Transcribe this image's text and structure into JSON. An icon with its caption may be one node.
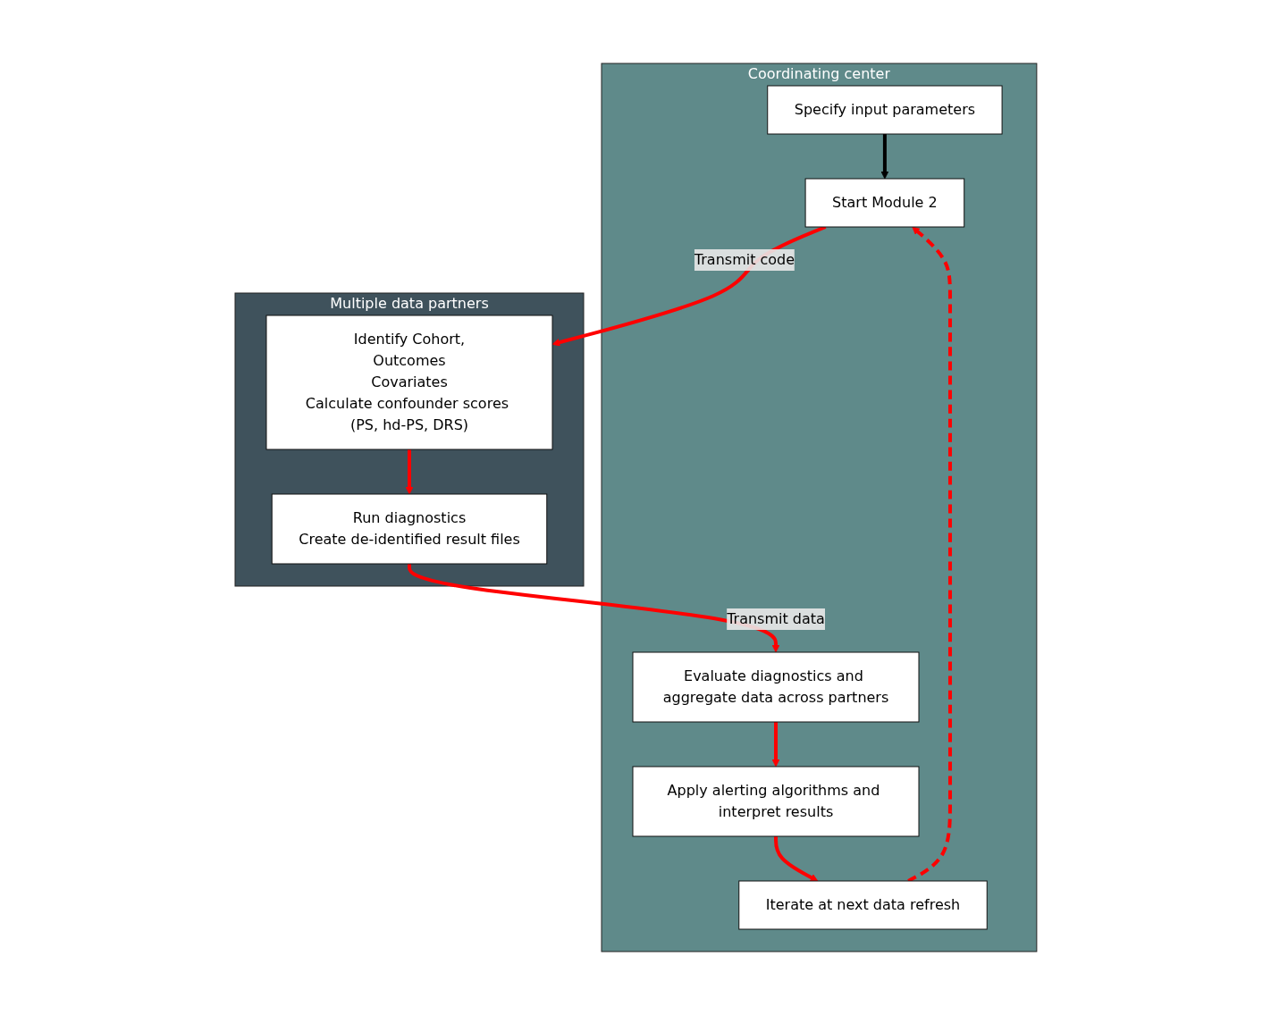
{
  "diagram": {
    "nodes": [
      {
        "text": [
          "Coordinating center"
        ]
      },
      {
        "text": [
          "Specify input parameters"
        ],
        "in": 0
      },
      {
        "text": [
          "Start Module 2"
        ],
        "in": 0
      },
      {
        "text": [
          "Evaluate diagnostics and aggregate data across partners"
        ],
        "in": 0
      },
      {
        "text": [
          "Apply alerting algorithms and interpret results"
        ],
        "in": 0
      },
      {
        "text": [
          "Iterate at next data refresh"
        ],
        "in": 0
      },
      {
        "text": [
          "Multiple data partners"
        ]
      },
      {
        "text": [
          "Identify Cohort,",
          "Outcomes",
          "Covariates",
          "Calculate confounder scores (PS, hd-PS, DRS)"
        ],
        "in": 6
      },
      {
        "text": [
          "Run diagnostics",
          "Create de-identified result files"
        ],
        "in": 6
      }
    ],
    "edges": [
      {
        "from": 1,
        "to": 2,
        "arrow": "to",
        "color": "#000000"
      },
      {
        "from": 2,
        "to": 7,
        "arrow": "to",
        "label": "Transmit code"
      },
      {
        "from": 7,
        "to": 8,
        "arrow": "to"
      },
      {
        "from": 8,
        "to": 3,
        "arrow": "to",
        "label": "Transmit data"
      },
      {
        "from": 3,
        "to": 4,
        "arrow": "to"
      },
      {
        "from": 4,
        "to": 5,
        "arrow": "to"
      },
      {
        "from": 5,
        "to": 2,
        "arrow": "to",
        "style": "dashed"
      }
    ]
  }
}
